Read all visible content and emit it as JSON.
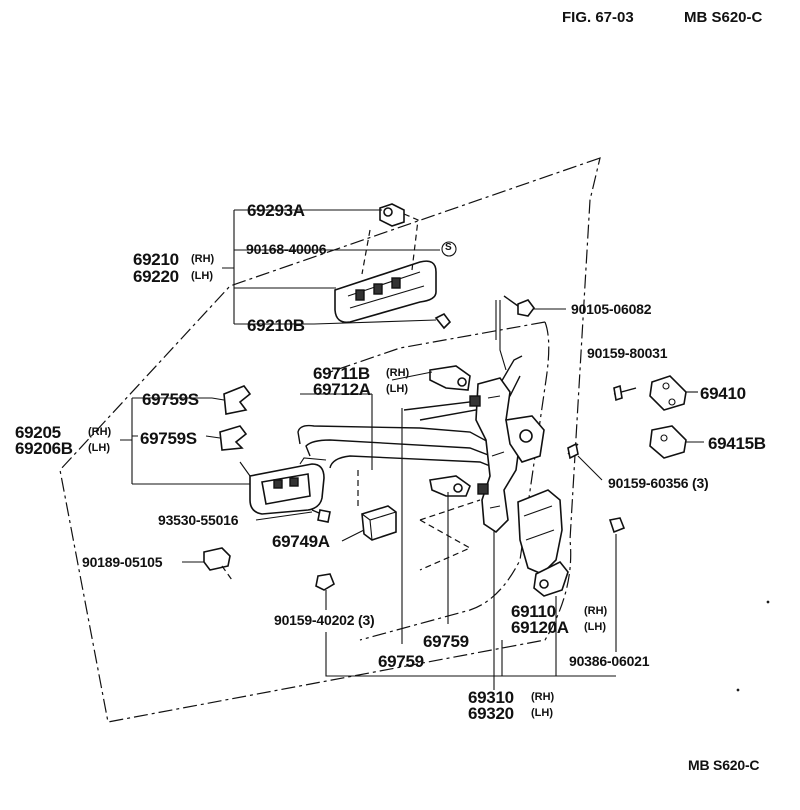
{
  "header": {
    "figure": "FIG. 67-03",
    "code": "MB  S620-C"
  },
  "footer": {
    "code": "MB  S620-C"
  },
  "labels": {
    "p69293A": "69293A",
    "p90168": "90168-40006",
    "p69210": "69210",
    "p69210_rh": "(RH)",
    "p69220": "69220",
    "p69220_lh": "(LH)",
    "p69210B": "69210B",
    "p90105": "90105-06082",
    "p90159_80031": "90159-80031",
    "p69410": "69410",
    "p69415B": "69415B",
    "p90159_60356": "90159-60356 (3)",
    "p69711B": "69711B",
    "p69711B_rh": "(RH)",
    "p69712A": "69712A",
    "p69712A_lh": "(LH)",
    "p69759S_a": "69759S",
    "p69759S_b": "69759S",
    "p69205": "69205",
    "p69205_rh": "(RH)",
    "p69206B": "69206B",
    "p69206B_lh": "(LH)",
    "p93530": "93530-55016",
    "p69749A": "69749A",
    "p90189": "90189-05105",
    "p90159_40202": "90159-40202 (3)",
    "p69110": "69110",
    "p69110_rh": "(RH)",
    "p69120A": "69120A",
    "p69120A_lh": "(LH)",
    "p69759_a": "69759",
    "p69759_b": "69759",
    "p90386": "90386-06021",
    "p69310": "69310",
    "p69310_rh": "(RH)",
    "p69320": "69320",
    "p69320_lh": "(LH)",
    "s_mark": "S"
  }
}
